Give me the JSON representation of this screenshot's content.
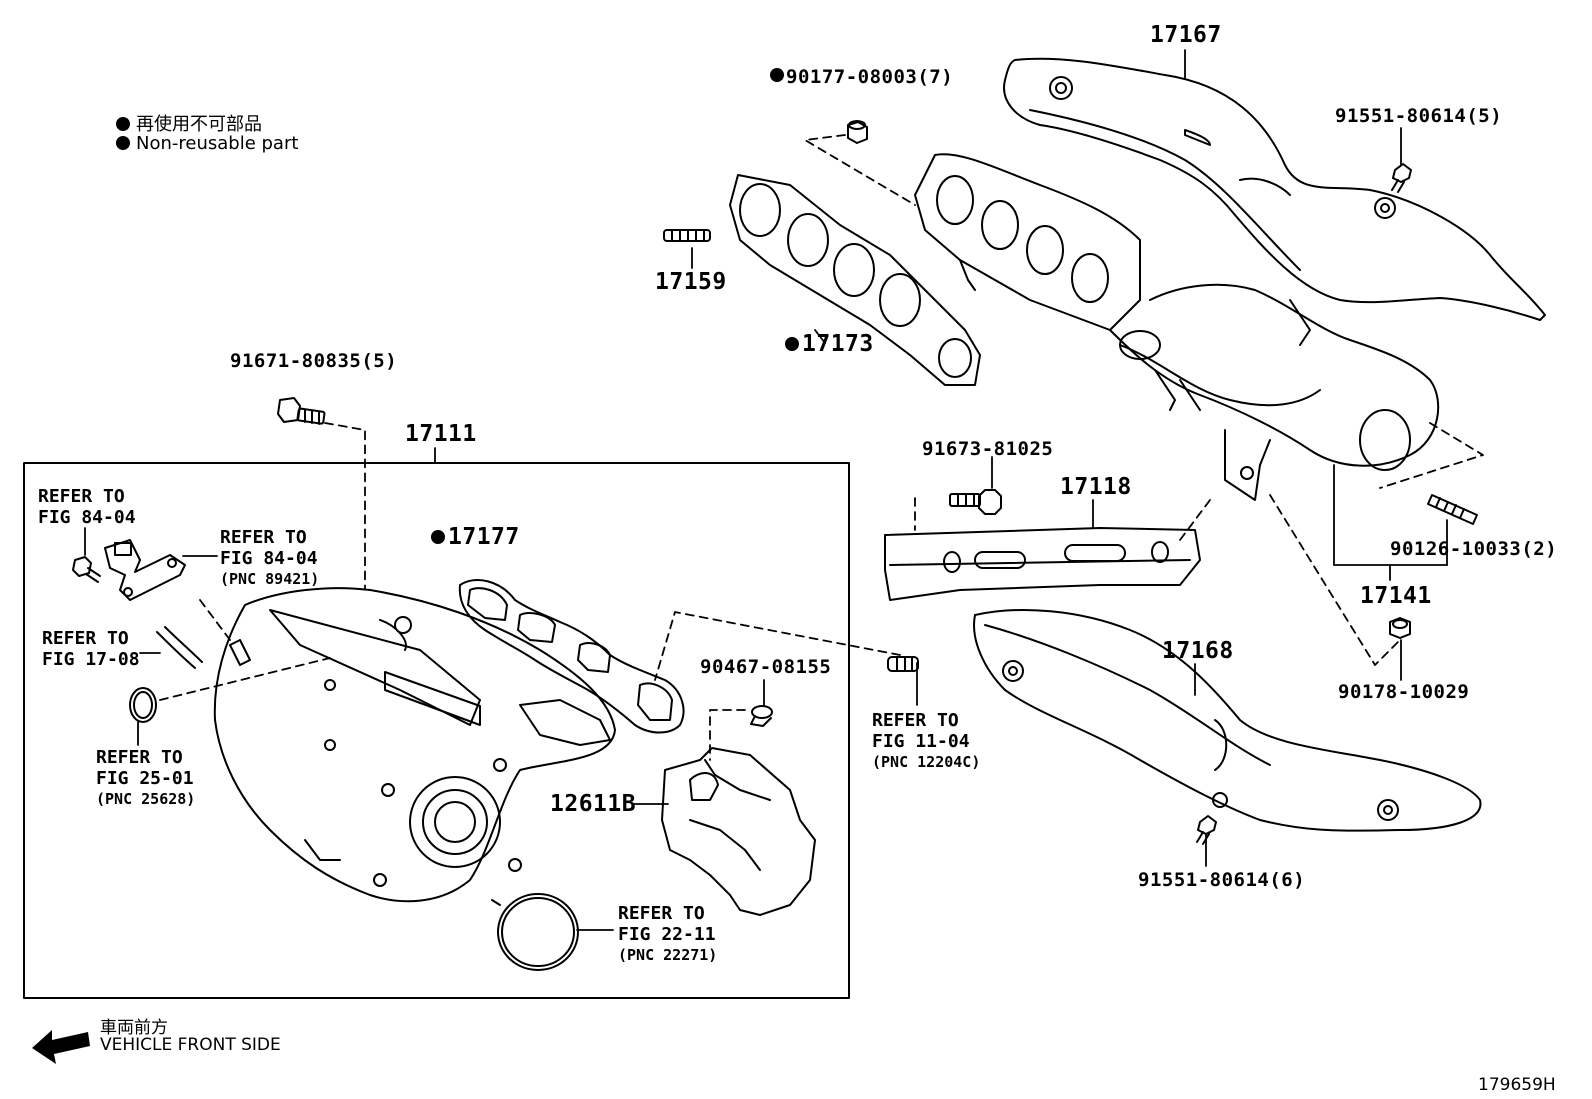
{
  "legend": {
    "jp": "再使用不可部品",
    "en": "Non-reusable part"
  },
  "direction": {
    "jp": "車両前方",
    "en": "VEHICLE FRONT SIDE"
  },
  "figure_id": "179659H",
  "parts": {
    "p17167": "17167",
    "p90177": "90177-08003(7)",
    "p91551a": "91551-80614(5)",
    "p17159": "17159",
    "p17173": "17173",
    "p91671": "91671-80835(5)",
    "p17111": "17111",
    "p91673": "91673-81025",
    "p17118": "17118",
    "p90126": "90126-10033(2)",
    "p17141": "17141",
    "p17177": "17177",
    "p90178": "90178-10029",
    "p17168": "17168",
    "p90467": "90467-08155",
    "p12611B": "12611B",
    "p91551b": "91551-80614(6)"
  },
  "refs": {
    "r1": {
      "line1": "REFER TO",
      "line2": "FIG 84-04"
    },
    "r2": {
      "line1": "REFER TO",
      "line2": "FIG 84-04",
      "pnc": "(PNC 89421)"
    },
    "r3": {
      "line1": "REFER TO",
      "line2": "FIG 17-08"
    },
    "r4": {
      "line1": "REFER TO",
      "line2": "FIG 25-01",
      "pnc": "(PNC 25628)"
    },
    "r5": {
      "line1": "REFER TO",
      "line2": "FIG 11-04",
      "pnc": "(PNC 12204C)"
    },
    "r6": {
      "line1": "REFER TO",
      "line2": "FIG 22-11",
      "pnc": "(PNC 22271)"
    }
  }
}
